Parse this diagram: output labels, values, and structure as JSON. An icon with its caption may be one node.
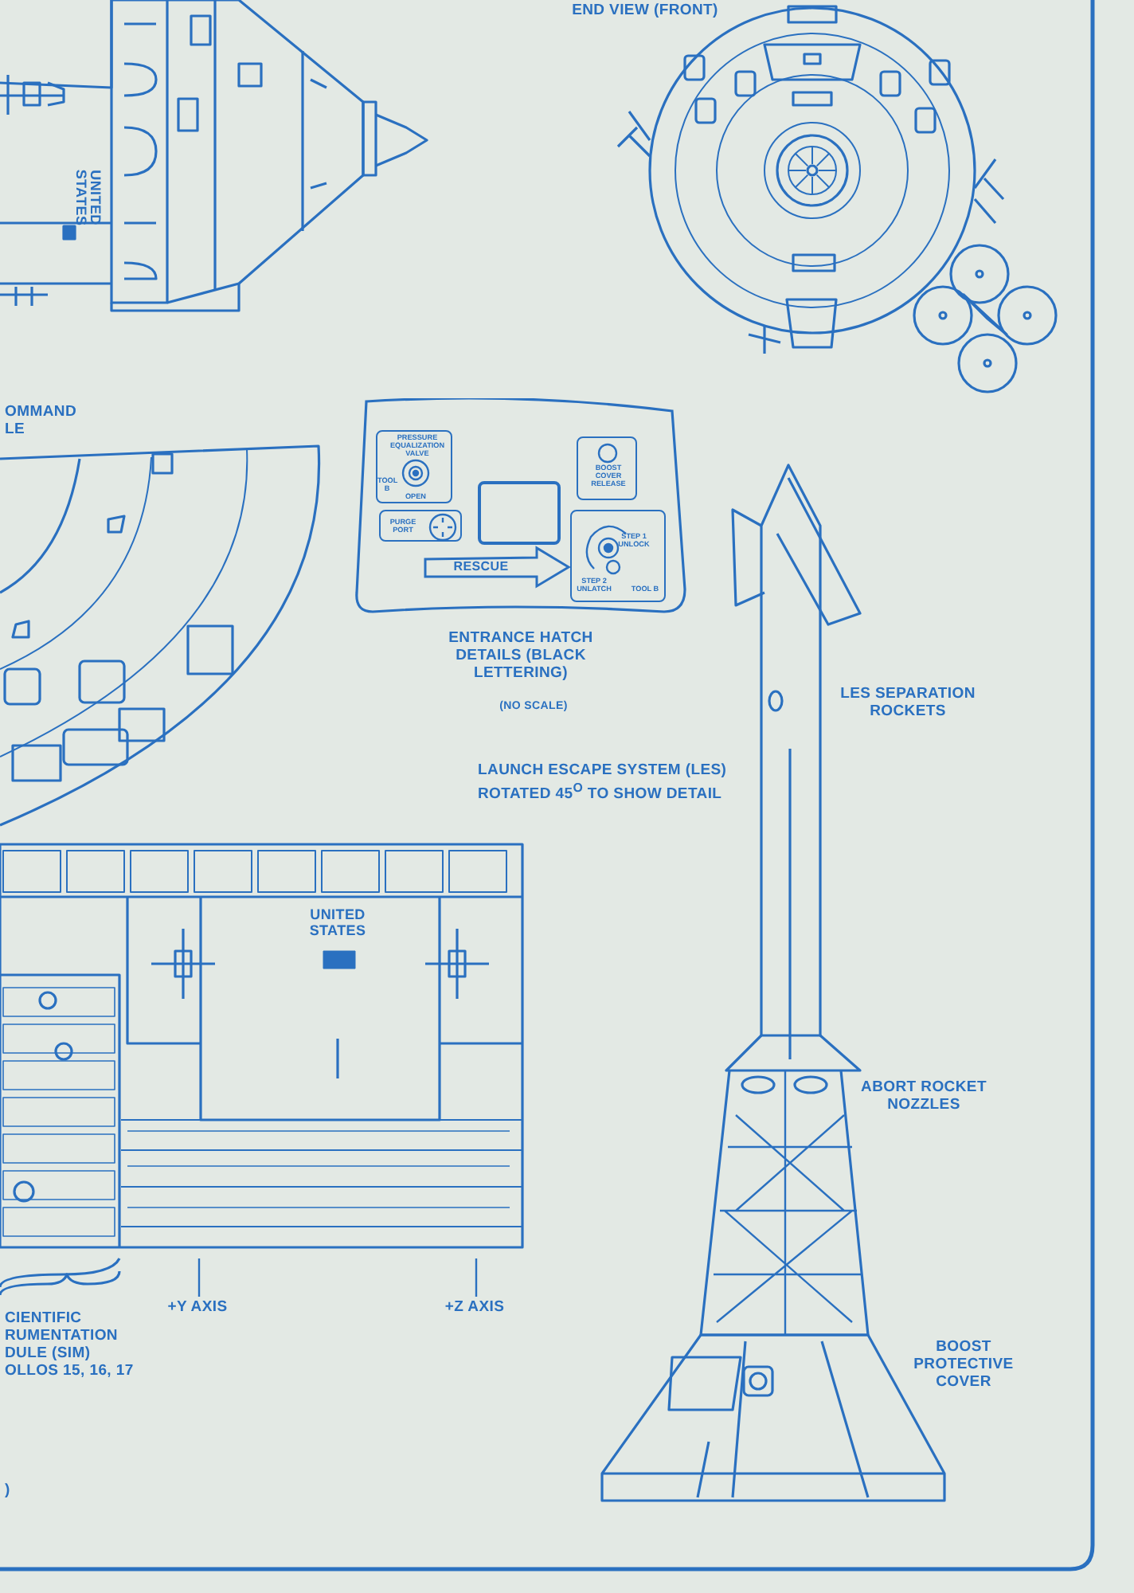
{
  "diagram": {
    "nodes": [
      {
        "text": [],
        "shape": "box"
      },
      {
        "text": [
          "PRESSURE EQUALIZATION VALVE",
          "TOOL B",
          "OPEN"
        ],
        "in": 0
      },
      {
        "text": [],
        "shape": "box",
        "in": 0
      },
      {
        "text": [
          "BOOST COVER RELEASE"
        ],
        "in": 0
      },
      {
        "text": [
          "PURGE PORT"
        ],
        "in": 0
      },
      {
        "text": [
          "STEP 1 UNLOCK",
          "STEP 2 UNLATCH",
          "TOOL B"
        ],
        "in": 0
      },
      {
        "text": [
          "+Y AXIS"
        ]
      },
      {
        "text": [
          "+Z AXIS"
        ]
      }
    ],
    "edges": [
      {
        "from": null,
        "to": 5,
        "arrow": "to",
        "label": "RESCUE",
        "style": "thick"
      },
      {
        "from": 6,
        "to": null,
        "arrow": "none"
      },
      {
        "from": 7,
        "to": null,
        "arrow": "none"
      }
    ],
    "labels": [
      "END VIEW (FRONT)",
      "UNITED STATES",
      "OMMAND LE",
      "ENTRANCE HATCH DETAILS (BLACK LETTERING)",
      "(NO SCALE)",
      "LES SEPARATION ROCKETS",
      "LAUNCH ESCAPE SYSTEM (LES) ROTATED 45$^{O}$ TO SHOW DETAIL",
      "UNITED STATES",
      "ABORT ROCKET NOZZLES",
      "CIENTIFIC RUMENTATION DULE (SIM) OLLOS 15, 16, 17",
      "BOOST PROTECTIVE COVER",
      ")"
    ]
  }
}
